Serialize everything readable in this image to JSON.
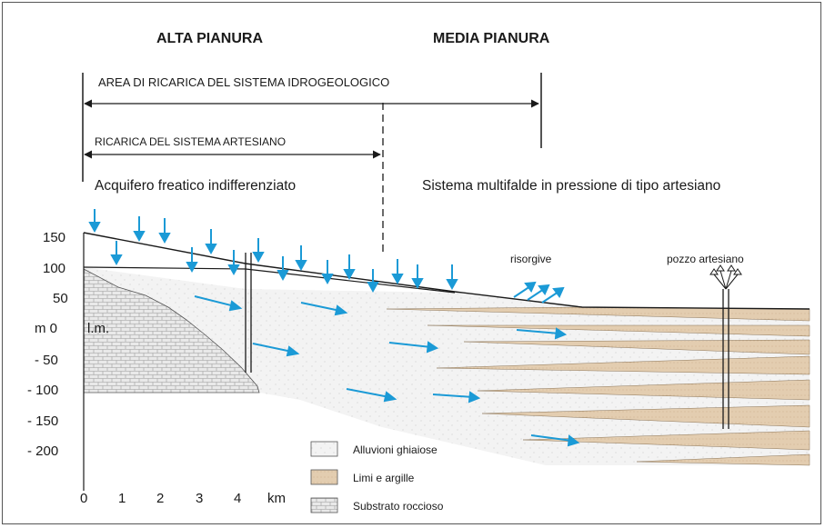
{
  "headers": {
    "alta": "ALTA PIANURA",
    "media": "MEDIA PIANURA"
  },
  "arrows": {
    "recharge_area": "AREA DI RICARICA DEL SISTEMA IDROGEOLOGICO",
    "artesian_recharge": "RICARICA DEL SISTEMA ARTESIANO"
  },
  "zones": {
    "left": "Acquifero freatico indifferenziato",
    "right": "Sistema multifalde in pressione di tipo artesiano"
  },
  "y_axis": {
    "ticks": [
      "150",
      "100",
      "50",
      "m  0",
      "- 50",
      "- 100",
      "- 150",
      "- 200"
    ],
    "lm": "l.m."
  },
  "x_axis": {
    "ticks": [
      "0",
      "1",
      "2",
      "3",
      "4"
    ],
    "unit": "km"
  },
  "labels": {
    "risorgive": "risorgive",
    "pozzo": "pozzo artesiano"
  },
  "legend": [
    {
      "label": "Alluvioni ghiaiose",
      "pattern": "gravel"
    },
    {
      "label": "Limi e argille",
      "pattern": "clay"
    },
    {
      "label": "Substrato roccioso",
      "pattern": "rock"
    }
  ],
  "colors": {
    "arrow_blue": "#1b9ad6",
    "clay": "#e3cdb0",
    "gravel": "#f1f1f1",
    "line": "#1a1a1a"
  }
}
